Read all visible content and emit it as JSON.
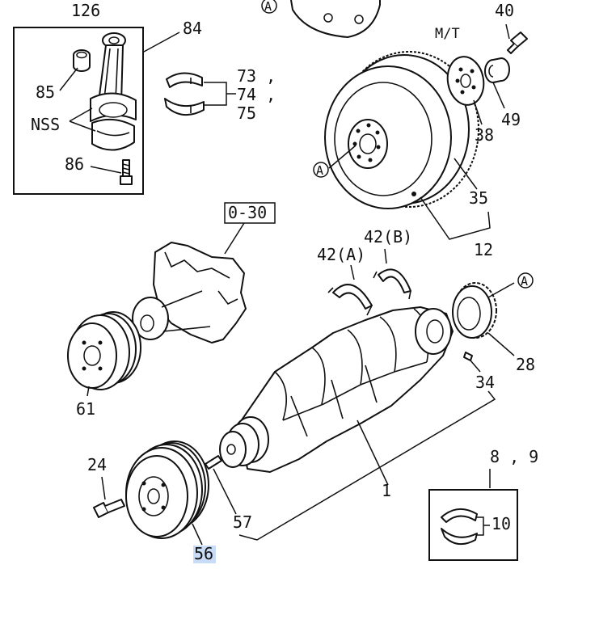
{
  "callouts": {
    "c126": "126",
    "c84": "84",
    "c85": "85",
    "c73": "73 ,",
    "c74": "74 ,",
    "c75": "75",
    "nss": "NSS",
    "c86": "86",
    "circle_a_top": "A",
    "c40": "40",
    "mt": "M/T",
    "c49": "49",
    "c38": "38",
    "circle_a_flywheel": "A",
    "c35": "35",
    "c12": "12",
    "ref_030": "0-30",
    "c42a": "42(A)",
    "c42b": "42(B)",
    "circle_a_ring": "A",
    "c28": "28",
    "c34": "34",
    "c61": "61",
    "c1": "1",
    "c24": "24",
    "c57": "57",
    "c56": "56",
    "c89": "8 , 9",
    "c10": "10"
  },
  "highlight": {
    "color": "#c9dcf7",
    "target": "56"
  }
}
